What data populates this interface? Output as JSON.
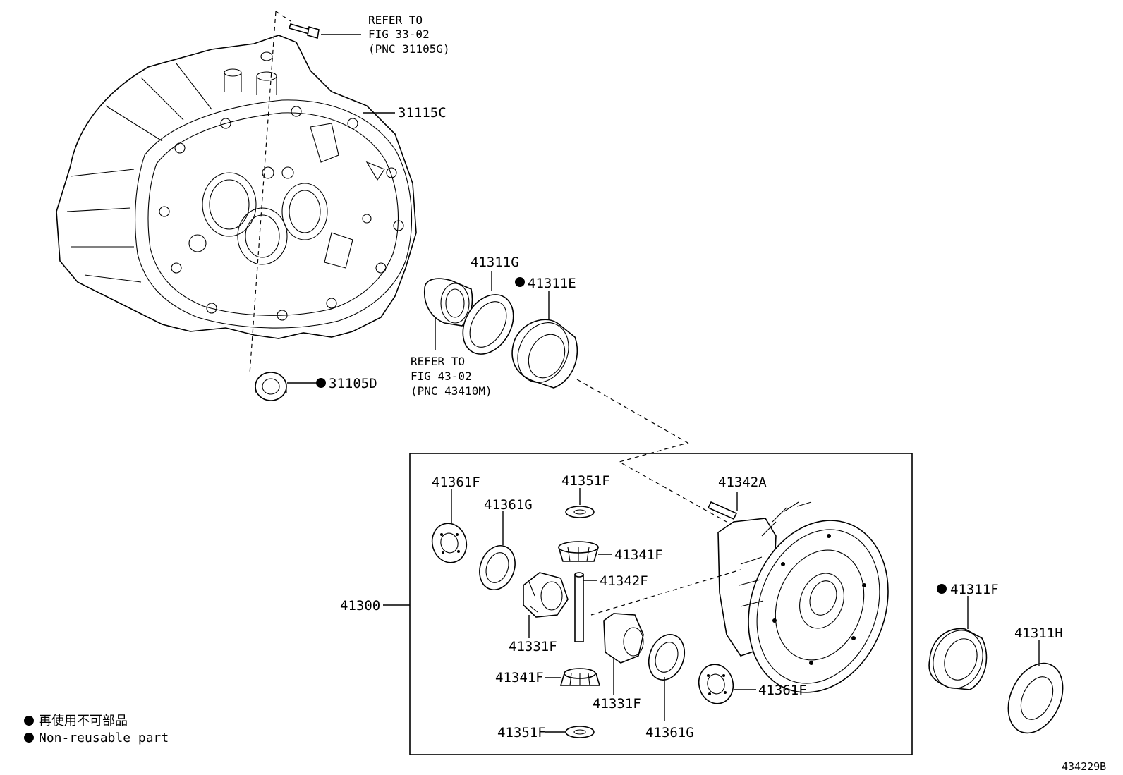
{
  "labels": {
    "p31115C": "31115C",
    "p31105D": "31105D",
    "p41311G": "41311G",
    "p41311E": "41311E",
    "p41311F": "41311F",
    "p41311H": "41311H",
    "p41300": "41300",
    "p41361F_a": "41361F",
    "p41361G_a": "41361G",
    "p41351F_a": "41351F",
    "p41341F_a": "41341F",
    "p41342F": "41342F",
    "p41331F_a": "41331F",
    "p41341F_b": "41341F",
    "p41331F_b": "41331F",
    "p41351F_b": "41351F",
    "p41361G_b": "41361G",
    "p41361F_b": "41361F",
    "p41342A": "41342A"
  },
  "notes": {
    "ref1": [
      "REFER TO",
      "FIG 33-02",
      "(PNC 31105G)"
    ],
    "ref2": [
      "REFER TO",
      "FIG 43-02",
      "(PNC 43410M)"
    ]
  },
  "legend": {
    "line1": "再使用不可部品",
    "line2": "Non-reusable part"
  },
  "figure_id": "434229B"
}
